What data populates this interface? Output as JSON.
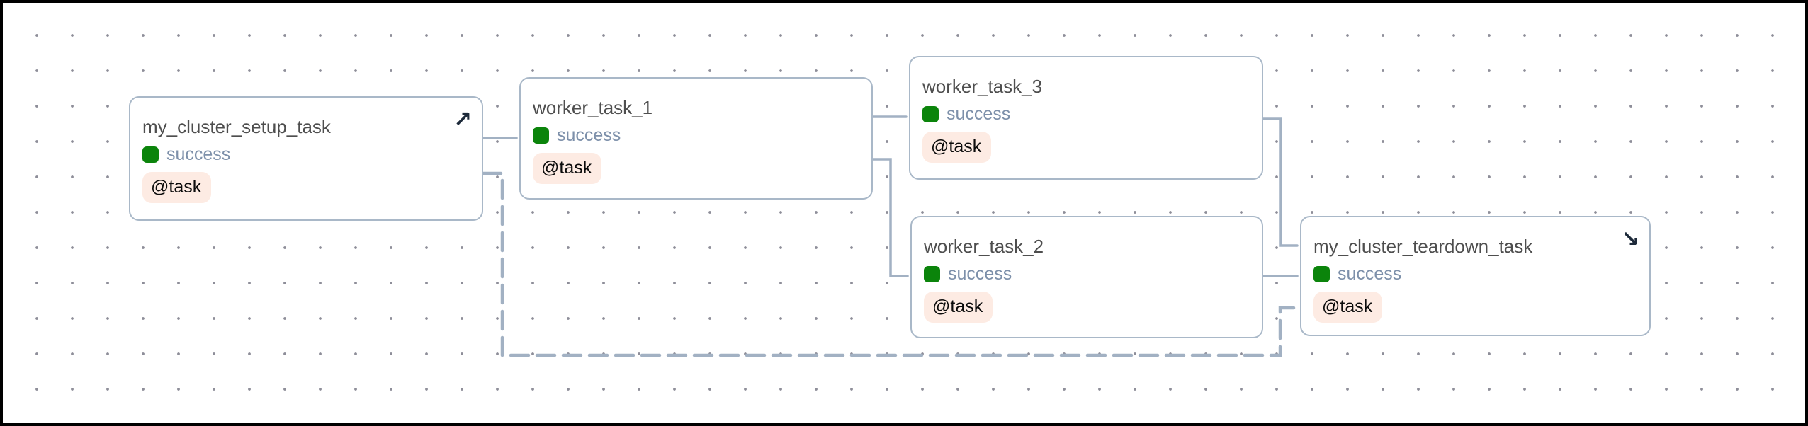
{
  "diagram": {
    "type": "dag-task-graph",
    "nodes": [
      {
        "id": "my_cluster_setup_task",
        "title": "my_cluster_setup_task",
        "status": "success",
        "badge": "@task",
        "arrow": "↗",
        "arrow_meaning": "setup-task-indicator"
      },
      {
        "id": "worker_task_1",
        "title": "worker_task_1",
        "status": "success",
        "badge": "@task"
      },
      {
        "id": "worker_task_3",
        "title": "worker_task_3",
        "status": "success",
        "badge": "@task"
      },
      {
        "id": "worker_task_2",
        "title": "worker_task_2",
        "status": "success",
        "badge": "@task"
      },
      {
        "id": "my_cluster_teardown_task",
        "title": "my_cluster_teardown_task",
        "status": "success",
        "badge": "@task",
        "arrow": "↘",
        "arrow_meaning": "teardown-task-indicator"
      }
    ],
    "edges": [
      {
        "from": "my_cluster_setup_task",
        "to": "worker_task_1",
        "style": "solid"
      },
      {
        "from": "worker_task_1",
        "to": "worker_task_3",
        "style": "solid"
      },
      {
        "from": "worker_task_1",
        "to": "worker_task_2",
        "style": "solid"
      },
      {
        "from": "worker_task_3",
        "to": "my_cluster_teardown_task",
        "style": "solid"
      },
      {
        "from": "worker_task_2",
        "to": "my_cluster_teardown_task",
        "style": "solid"
      },
      {
        "from": "my_cluster_setup_task",
        "to": "my_cluster_teardown_task",
        "style": "dashed"
      }
    ],
    "colors": {
      "canvas-bg": "#ffffff",
      "frame": "#000000",
      "dot": "#8e8e99",
      "node-border": "#a9b8c8",
      "node-bg": "#ffffff",
      "title": "#4e4e4e",
      "status-green": "#0b840b",
      "status-text": "#7d90aa",
      "badge-bg": "#fdebe3",
      "badge-text": "#0b0b0b",
      "edge": "#a2b1c3",
      "arrow": "#1d2a3a"
    }
  }
}
